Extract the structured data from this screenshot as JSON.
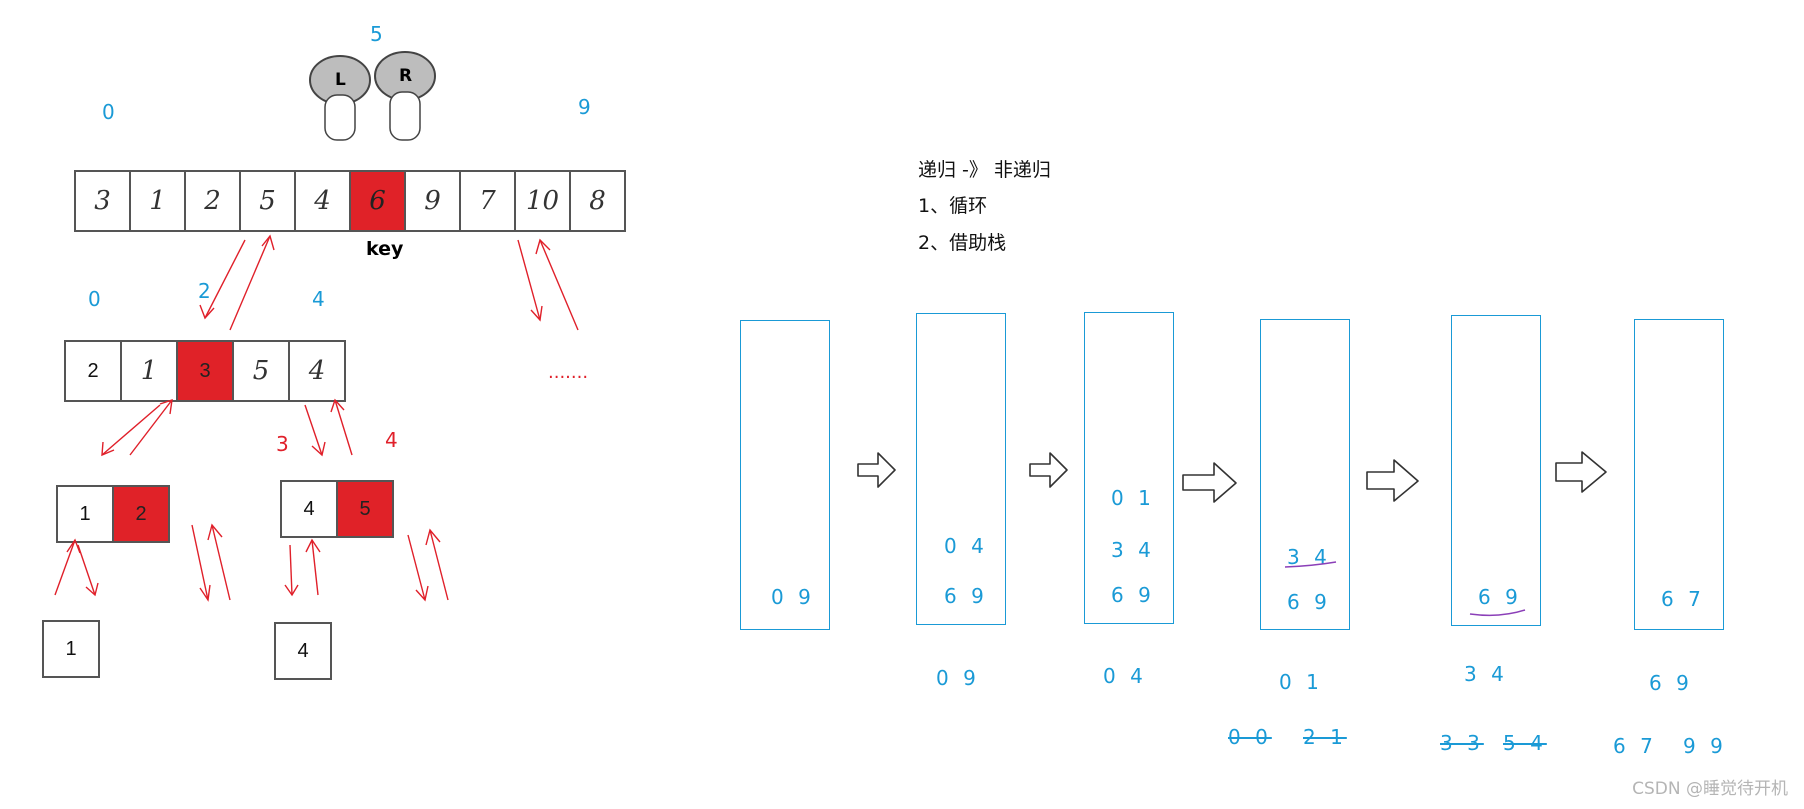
{
  "tree": {
    "top_indices": {
      "left": "0",
      "mid": "5",
      "right": "9"
    },
    "helmet_left": "L",
    "helmet_right": "R",
    "array_top": [
      "3",
      "1",
      "2",
      "5",
      "4",
      "6",
      "9",
      "7",
      "10",
      "8"
    ],
    "key_label": "key",
    "level2_indices": {
      "a": "0",
      "b": "2",
      "c": "4"
    },
    "array_level2": [
      "2",
      "1",
      "3",
      "5",
      "4"
    ],
    "dots": ".......",
    "level3_left": [
      "1",
      "2"
    ],
    "level3_right": [
      "4",
      "5"
    ],
    "level3_right_indices": {
      "a": "3",
      "b": "4"
    },
    "level4_left": "1",
    "level4_right": "4"
  },
  "notes": {
    "line1": "递归 -》 非递归",
    "line2": "1、循环",
    "line3": "2、借助栈"
  },
  "stacks": [
    {
      "items": [
        "0 9"
      ]
    },
    {
      "items": [
        "0 4",
        "6 9"
      ]
    },
    {
      "items": [
        "0 1",
        "3 4",
        "6 9"
      ]
    },
    {
      "items": [
        "3 4",
        "6 9"
      ]
    },
    {
      "items": [
        "6 9"
      ]
    },
    {
      "items": [
        "6 7"
      ]
    }
  ],
  "popped": {
    "p1": "0 9",
    "p2": "0 4",
    "p3": "0 1",
    "p3_sub": [
      "0 0",
      "2 1"
    ],
    "p4": "3 4",
    "p4_sub": [
      "3 3",
      "5 4"
    ],
    "p5": "6 9",
    "p5_sub": [
      "6 7",
      "9 9"
    ]
  },
  "watermark": "CSDN @睡觉待开机",
  "colors": {
    "accent": "#1a9ad6",
    "red": "#e0202a",
    "purple": "#8b3fb8"
  }
}
